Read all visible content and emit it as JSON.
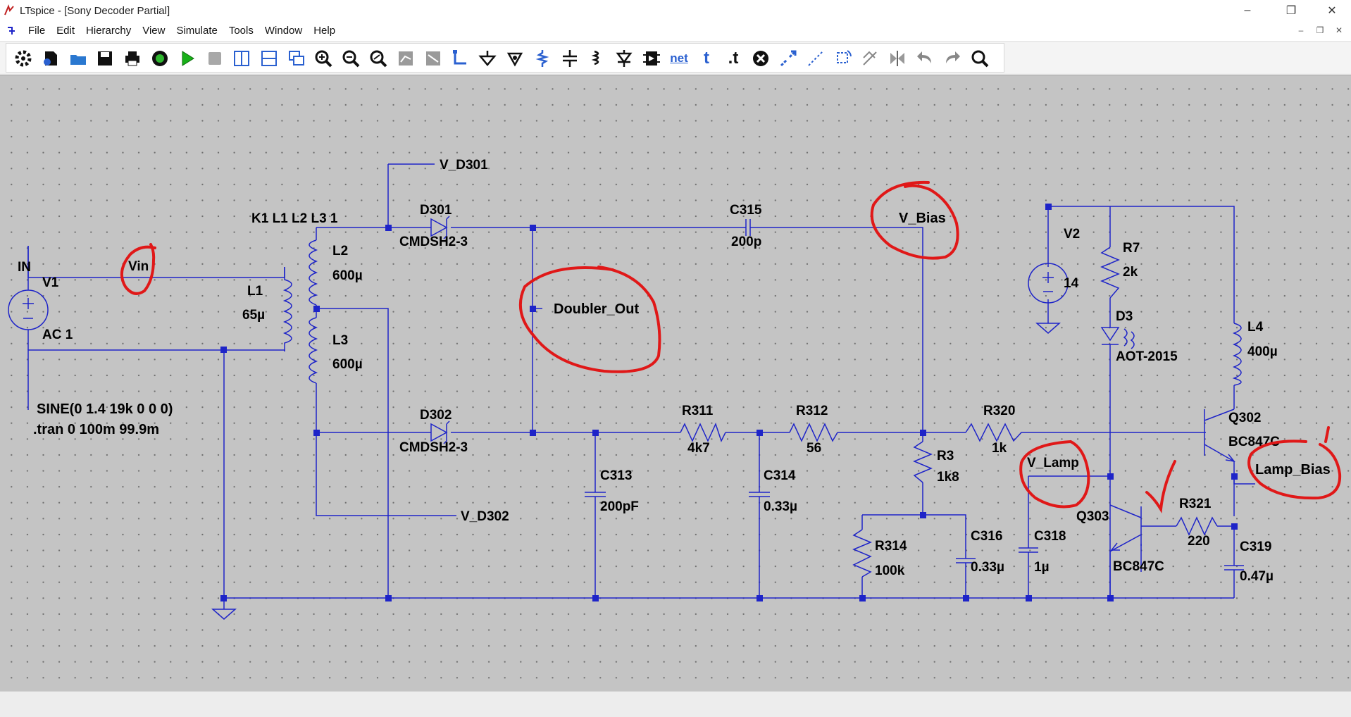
{
  "window": {
    "title": "LTspice - [Sony Decoder Partial]",
    "minimize": "–",
    "maximize": "❐",
    "close": "✕"
  },
  "menu": [
    "File",
    "Edit",
    "Hierarchy",
    "View",
    "Simulate",
    "Tools",
    "Window",
    "Help"
  ],
  "toolbar": {
    "buttons": [
      "settings-icon",
      "new-schematic-icon",
      "open-icon",
      "save-icon",
      "print-icon",
      "control-panel-icon",
      "run-icon",
      "halt-icon",
      "tile-vertical-icon",
      "tile-horizontal-icon",
      "cascade-icon",
      "zoom-in-icon",
      "zoom-out-icon",
      "zoom-fit-icon",
      "autorange-icon",
      "zoom-back-icon",
      "wire-icon",
      "ground-icon",
      "label-net-icon",
      "resistor-icon",
      "capacitor-icon",
      "inductor-icon",
      "diode-icon",
      "component-icon",
      "spice-directive-icon",
      "text-icon",
      "spice-text-icon",
      "delete-icon",
      "move-icon",
      "drag-icon",
      "rotate-icon",
      "mirror-icon",
      "swap-icon",
      "undo-icon",
      "redo-icon",
      "find-icon"
    ],
    "net_label": "net",
    "t_label": "t",
    "dot_t_label": ".t"
  },
  "colors": {
    "wire": "#1e24c8",
    "text": "#000000",
    "canvas": "#c4c4c4",
    "annotation": "#e01818",
    "run": "#18b018"
  },
  "schematic": {
    "labels": {
      "v_d301": "V_D301",
      "k_statement": "K1 L1 L2 L3 1",
      "d301": "D301",
      "d301_model": "CMDSH2-3",
      "c315": "C315",
      "c315_val": "200p",
      "v_bias": "V_Bias",
      "v2": "V2",
      "v2_val": "14",
      "r7": "R7",
      "r7_val": "2k",
      "in": "IN",
      "vin": "Vin",
      "v1": "V1",
      "ac1": "AC 1",
      "l1": "L1",
      "l1_val": "65µ",
      "l2": "L2",
      "l2_val": "600µ",
      "l3": "L3",
      "l3_val": "600µ",
      "doubler_out": "Doubler_Out",
      "d3": "D3",
      "d3_model": "AOT-2015",
      "l4": "L4",
      "l4_val": "400µ",
      "sine": "SINE(0 1.4 19k 0 0 0)",
      "tran": ".tran 0 100m 99.9m",
      "d302": "D302",
      "d302_model": "CMDSH2-3",
      "r311": "R311",
      "r311_val": "4k7",
      "r312": "R312",
      "r312_val": "56",
      "r320": "R320",
      "r320_val": "1k",
      "q302": "Q302",
      "q302_model": "BC847C",
      "r3": "R3",
      "r3_val": "1k8",
      "v_lamp": "V_Lamp",
      "lamp_bias": "Lamp_Bias",
      "c313": "C313",
      "c313_val": "200pF",
      "c314": "C314",
      "c314_val": "0.33µ",
      "v_d302": "V_D302",
      "q303": "Q303",
      "q303_model": "BC847C",
      "r321": "R321",
      "r321_val": "220",
      "r314": "R314",
      "r314_val": "100k",
      "c316": "C316",
      "c316_val": "0.33µ",
      "c318": "C318",
      "c318_val": "1µ",
      "c319": "C319",
      "c319_val": "0.47µ"
    }
  }
}
